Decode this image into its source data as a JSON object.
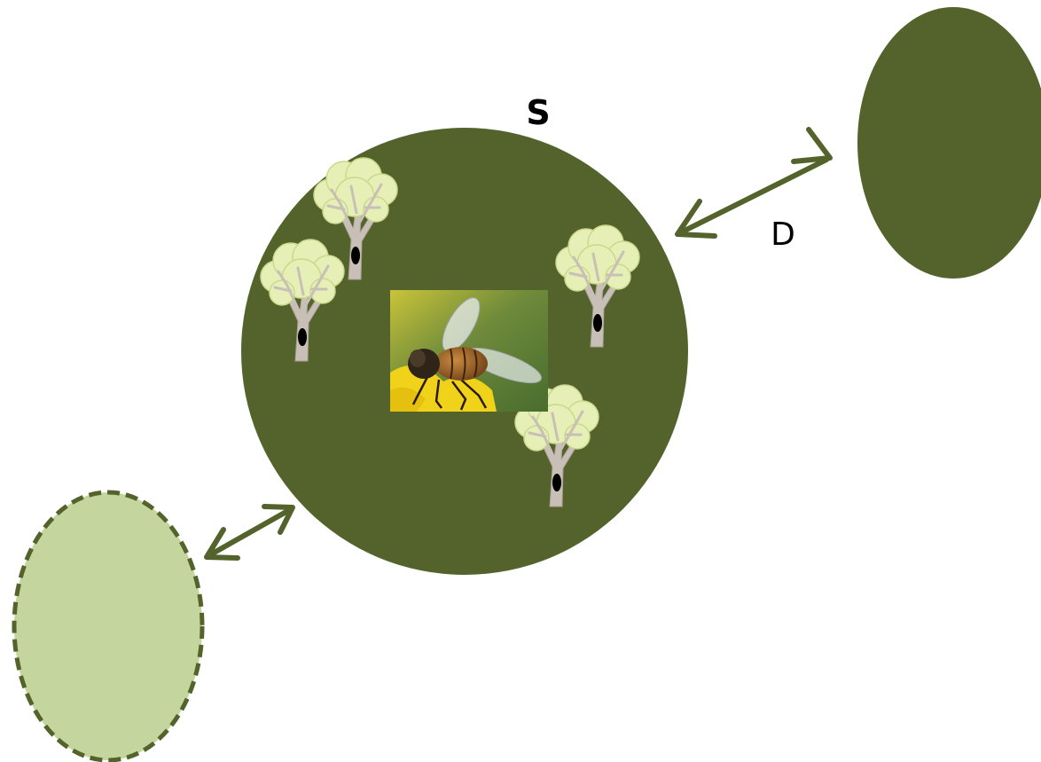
{
  "labels": {
    "patch_size": "S",
    "distance": "D"
  },
  "colors": {
    "occupied_patch": "#53632b",
    "empty_patch_fill": "#c4d69e",
    "empty_patch_border": "#53632b",
    "arrow": "#53632b",
    "tree_foliage": "#e6efb6",
    "tree_trunk": "#c8c0b6",
    "tree_hollow": "#000000"
  },
  "elements": {
    "central_patch": "occupied-habitat-patch",
    "right_patch": "occupied-habitat-patch",
    "left_patch": "empty-habitat-patch",
    "photo": "hoverfly-on-flower-photo",
    "trees": [
      "hollow-tree",
      "hollow-tree",
      "hollow-tree",
      "hollow-tree"
    ]
  }
}
